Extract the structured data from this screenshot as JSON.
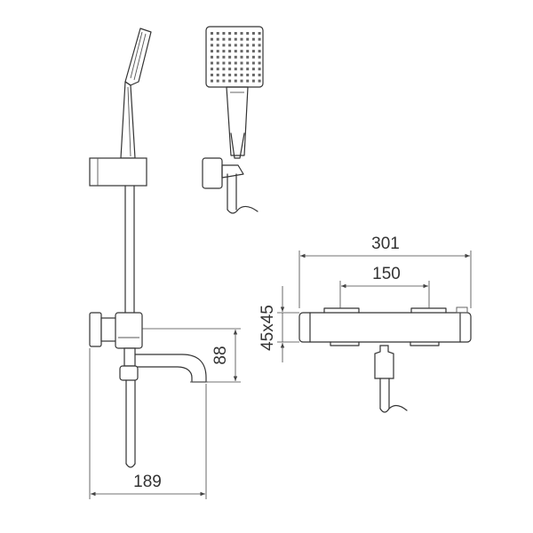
{
  "dimensions": {
    "overall_width": "301",
    "inlet_spacing": "150",
    "body_section": "45x45",
    "spout_height": "88",
    "wall_projection": "189"
  }
}
